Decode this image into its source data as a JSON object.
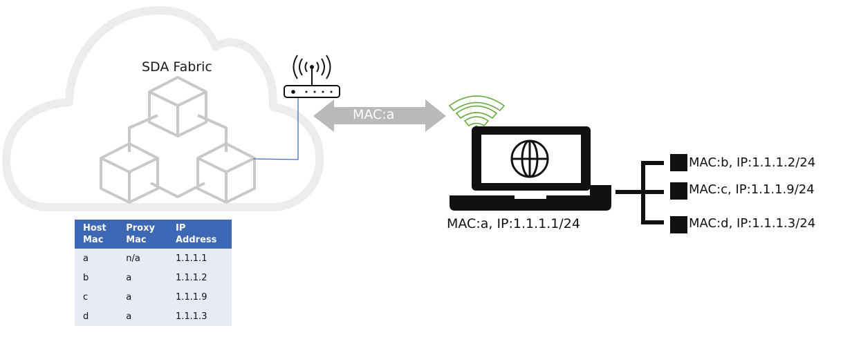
{
  "fabric": {
    "title": "SDA Fabric"
  },
  "link": {
    "label": "MAC:a"
  },
  "laptop": {
    "label": "MAC:a, IP:1.1.1.1/24"
  },
  "hosts": [
    {
      "label": "MAC:b, IP:1.1.1.2/24"
    },
    {
      "label": "MAC:c, IP:1.1.1.9/24"
    },
    {
      "label": "MAC:d, IP:1.1.1.3/24"
    }
  ],
  "table": {
    "headers": [
      {
        "line1": "Host",
        "line2": "Mac"
      },
      {
        "line1": "Proxy",
        "line2": "Mac"
      },
      {
        "line1": "IP",
        "line2": "Address"
      }
    ],
    "rows": [
      [
        "a",
        "n/a",
        "1.1.1.1"
      ],
      [
        "b",
        "a",
        "1.1.1.2"
      ],
      [
        "c",
        "a",
        "1.1.1.9"
      ],
      [
        "d",
        "a",
        "1.1.1.3"
      ]
    ]
  },
  "colors": {
    "cloud": "#ececec",
    "cube": "#c8c8c8",
    "arrow": "#b9b9b9",
    "wifi": "#5aa832",
    "cable": "#3b6fc4",
    "table_header": "#3b67b5",
    "table_body": "#e8eaf4"
  }
}
